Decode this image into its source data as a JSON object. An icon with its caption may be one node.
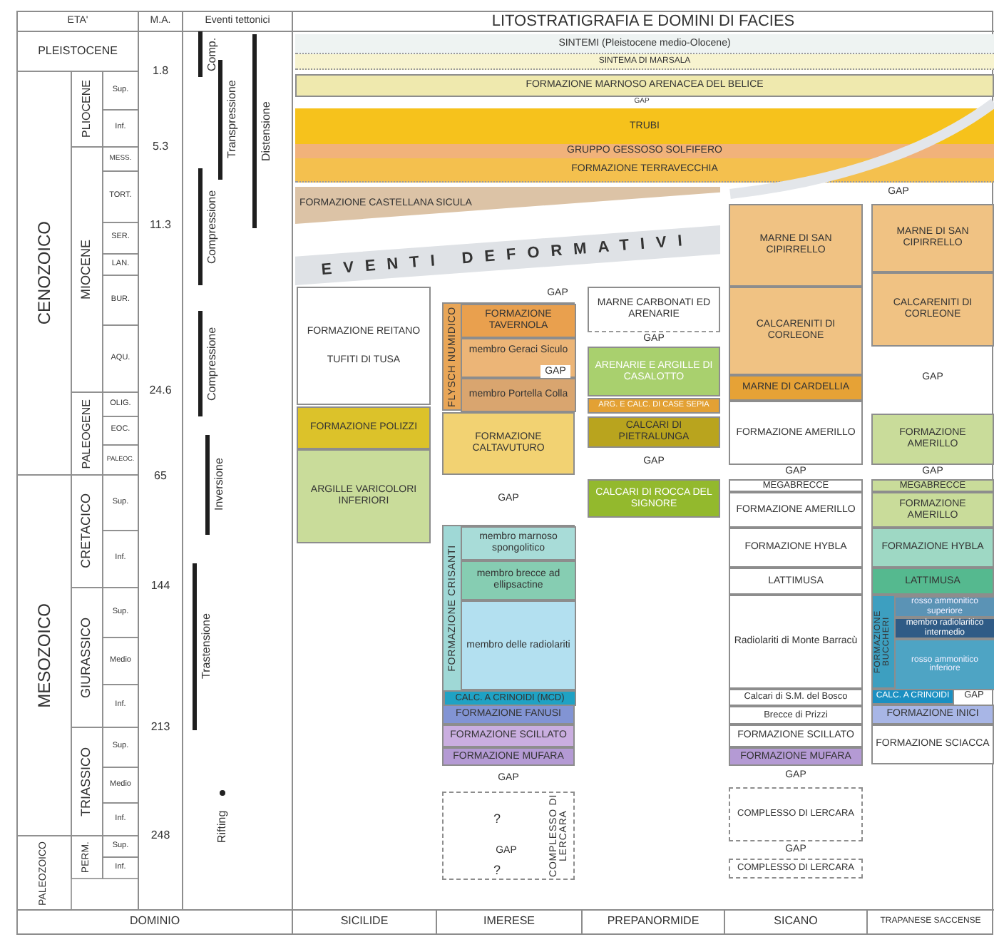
{
  "diagram": {
    "title": "LITOSTRATIGRAFIA E DOMINI DI FACIES",
    "nodes": [
      {
        "text": [
          "SINTEMI (Pleistocene medio-Olocene)"
        ]
      },
      {
        "text": [
          "SINTEMA DI MARSALA"
        ]
      },
      {
        "text": [
          "FORMAZIONE MARNOSO ARENACEA DEL BELICE"
        ]
      },
      {
        "text": [
          "TRUBI"
        ]
      },
      {
        "text": [
          "GRUPPO GESSOSO SOLFIFERO"
        ]
      },
      {
        "text": [
          "FORMAZIONE TERRAVECCHIA"
        ]
      },
      {
        "text": [
          "FORMAZIONE CASTELLANA SICULA"
        ]
      },
      {
        "text": [
          "EVENTI DEFORMATIVI"
        ]
      },
      {
        "text": [
          "FORMAZIONE REITANO",
          "TUFITI DI TUSA"
        ]
      },
      {
        "text": [
          "FORMAZIONE POLIZZI"
        ]
      },
      {
        "text": [
          "ARGILLE VARICOLORI INFERIORI"
        ]
      },
      {
        "text": [
          "FLYSCH NUMIDICO"
        ]
      },
      {
        "text": [
          "FORMAZIONE TAVERNOLA"
        ],
        "in": 11
      },
      {
        "text": [
          "membro Geraci Siculo"
        ],
        "in": 11
      },
      {
        "text": [
          "membro Portella Colla"
        ],
        "in": 11
      },
      {
        "text": [
          "FORMAZIONE CALTAVUTURO"
        ]
      },
      {
        "text": [
          "FORMAZIONE CRISANTI"
        ]
      },
      {
        "text": [
          "membro marnoso spongolitico"
        ],
        "in": 16
      },
      {
        "text": [
          "membro brecce ad ellipsactine"
        ],
        "in": 16
      },
      {
        "text": [
          "membro delle radiolariti"
        ],
        "in": 16
      },
      {
        "text": [
          "CALC. A CRINOIDI (MCD)"
        ],
        "in": 16
      },
      {
        "text": [
          "FORMAZIONE FANUSI"
        ]
      },
      {
        "text": [
          "FORMAZIONE SCILLATO"
        ]
      },
      {
        "text": [
          "FORMAZIONE MUFARA"
        ]
      },
      {
        "text": [
          "COMPLESSO DI LERCARA"
        ]
      },
      {
        "text": [
          "?"
        ],
        "in": 24
      },
      {
        "text": [
          "?"
        ],
        "in": 24
      },
      {
        "text": [
          "MARNE CARBONATI ED ARENARIE"
        ]
      },
      {
        "text": [
          "ARENARIE E ARGILLE DI CASALOTTO"
        ]
      },
      {
        "text": [
          "ARG. E CALC. DI CASE SEPIA"
        ]
      },
      {
        "text": [
          "CALCARI DI PIETRALUNGA"
        ]
      },
      {
        "text": [
          "CALCARI DI ROCCA DEL SIGNORE"
        ]
      },
      {
        "text": [
          "MARNE DI SAN CIPIRRELLO"
        ]
      },
      {
        "text": [
          "CALCARENITI DI CORLEONE"
        ]
      },
      {
        "text": [
          "MARNE DI CARDELLIA"
        ]
      },
      {
        "text": [
          "FORMAZIONE AMERILLO"
        ]
      },
      {
        "text": [
          "MEGABRECCE"
        ]
      },
      {
        "text": [
          "FORMAZIONE AMERILLO"
        ]
      },
      {
        "text": [
          "FORMAZIONE HYBLA"
        ]
      },
      {
        "text": [
          "LATTIMUSA"
        ]
      },
      {
        "text": [
          "Radiolariti di Monte Barracù"
        ]
      },
      {
        "text": [
          "Calcari di S.M. del Bosco"
        ]
      },
      {
        "text": [
          "Brecce di Prizzi"
        ]
      },
      {
        "text": [
          "FORMAZIONE SCILLATO"
        ]
      },
      {
        "text": [
          "FORMAZIONE MUFARA"
        ]
      },
      {
        "text": [
          "COMPLESSO DI LERCARA"
        ]
      },
      {
        "text": [
          "COMPLESSO DI LERCARA"
        ]
      },
      {
        "text": [
          "MARNE DI SAN CIPIRRELLO"
        ]
      },
      {
        "text": [
          "CALCARENITI DI CORLEONE"
        ]
      },
      {
        "text": [
          "FORMAZIONE AMERILLO"
        ]
      },
      {
        "text": [
          "MEGABRECCE"
        ]
      },
      {
        "text": [
          "FORMAZIONE AMERILLO"
        ]
      },
      {
        "text": [
          "FORMAZIONE HYBLA"
        ]
      },
      {
        "text": [
          "LATTIMUSA"
        ]
      },
      {
        "text": [
          "FORMAZIONE BUCCHERI"
        ]
      },
      {
        "text": [
          "rosso ammonitico superiore"
        ],
        "in": 54
      },
      {
        "text": [
          "membro radiolaritico intermedio"
        ],
        "in": 54
      },
      {
        "text": [
          "rosso ammonitico inferiore"
        ],
        "in": 54
      },
      {
        "text": [
          "CALC. A CRINOIDI"
        ]
      },
      {
        "text": [
          "FORMAZIONE INICI"
        ]
      },
      {
        "text": [
          "FORMAZIONE SCIACCA"
        ]
      }
    ],
    "labels": [
      "ETA'",
      "M.A.",
      "Eventi tettonici",
      "PLEISTOCENE",
      "CENOZOICO",
      "PLIOCENE",
      "Sup.",
      "Inf.",
      "MIOCENE",
      "MESS.",
      "TORT.",
      "SER.",
      "LAN.",
      "BUR.",
      "AQU.",
      "PALEOGENE",
      "OLIG.",
      "EOC.",
      "PALEOC.",
      "MESOZOICO",
      "CRETACICO",
      "Sup.",
      "Inf.",
      "GIURASSICO",
      "Sup.",
      "Medio",
      "Inf.",
      "TRIASSICO",
      "Sup.",
      "Medio",
      "Inf.",
      "PALEOZOICO",
      "PERM.",
      "Sup.",
      "Inf.",
      "1.8",
      "5.3",
      "11.3",
      "24.6",
      "65",
      "144",
      "213",
      "248",
      "Comp.",
      "Transpressione",
      "Distensione",
      "Compressione",
      "Compressione",
      "Inversione",
      "Trastensione",
      "Rifting",
      "GAP",
      "GAP",
      "GAP",
      "GAP",
      "GAP",
      "GAP",
      "GAP",
      "GAP",
      "GAP",
      "GAP",
      "GAP",
      "GAP",
      "GAP",
      "GAP",
      "GAP",
      "DOMINIO",
      "SICILIDE",
      "IMERESE",
      "PREPANORMIDE",
      "SICANO",
      "TRAPANESE SACCENSE"
    ]
  }
}
